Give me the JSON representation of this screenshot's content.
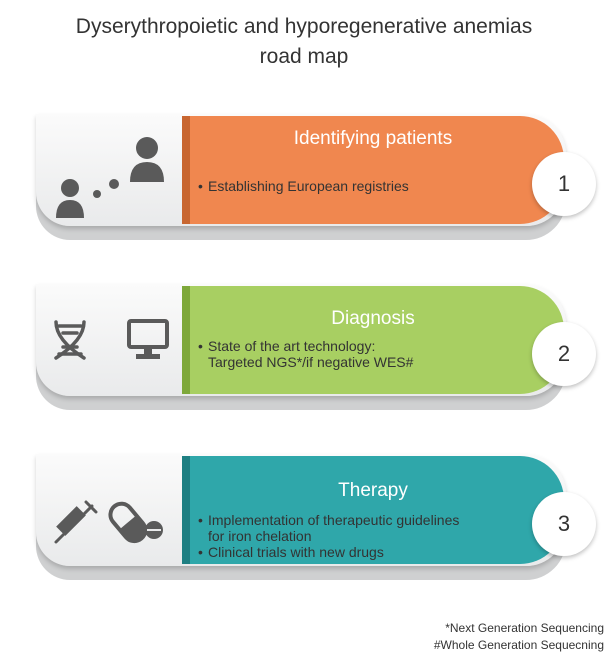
{
  "title": [
    "Dyserythropoietic and hyporegenerative anemias",
    "road map"
  ],
  "steps": [
    {
      "number": "1",
      "heading": "Identifying patients",
      "bullets": [
        "Establishing European registries"
      ],
      "color": "#f0874f",
      "edge_color": "#c86630",
      "icons": [
        "person-icon",
        "person-icon"
      ]
    },
    {
      "number": "2",
      "heading": "Diagnosis",
      "bullets": [
        "State of the art technology:\nTargeted NGS*/if negative WES#"
      ],
      "color": "#a8cf62",
      "edge_color": "#7ea83a",
      "icons": [
        "dna-icon",
        "monitor-icon"
      ]
    },
    {
      "number": "3",
      "heading": "Therapy",
      "bullets": [
        "Implementation of therapeutic guidelines\nfor iron chelation",
        "Clinical trials with new drugs"
      ],
      "color": "#2fa7aa",
      "edge_color": "#1e7f82",
      "icons": [
        "syringe-icon",
        "pills-icon"
      ]
    }
  ],
  "footnotes": [
    "*Next Generation Sequencing",
    "#Whole Generation Sequecning"
  ],
  "icon_color": "#5a5a5a"
}
